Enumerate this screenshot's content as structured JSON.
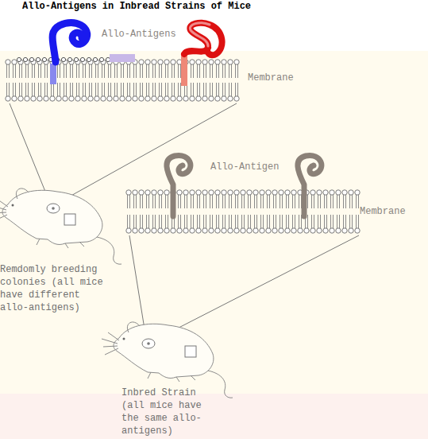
{
  "diagram": {
    "title": "Allo-Antigens in Inbread Strains of Mice",
    "labels": [
      "Allo-Antigens",
      "Membrane",
      "Allo-Antigen",
      "Membrane",
      "Remdomly breeding colonies (all mice have different allo-antigens)",
      "Inbred Strain (all mice have the same allo-antigens)"
    ]
  }
}
